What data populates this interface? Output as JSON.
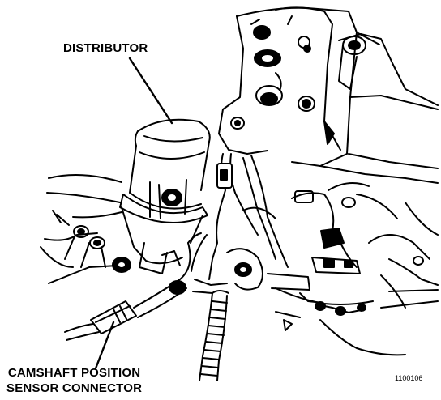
{
  "labels": {
    "distributor": "DISTRIBUTOR",
    "camshaft_line1": "CAMSHAFT POSITION",
    "camshaft_line2": "SENSOR CONNECTOR",
    "figure_number": "1100106"
  },
  "colors": {
    "ink": "#000000",
    "paper": "#ffffff"
  }
}
